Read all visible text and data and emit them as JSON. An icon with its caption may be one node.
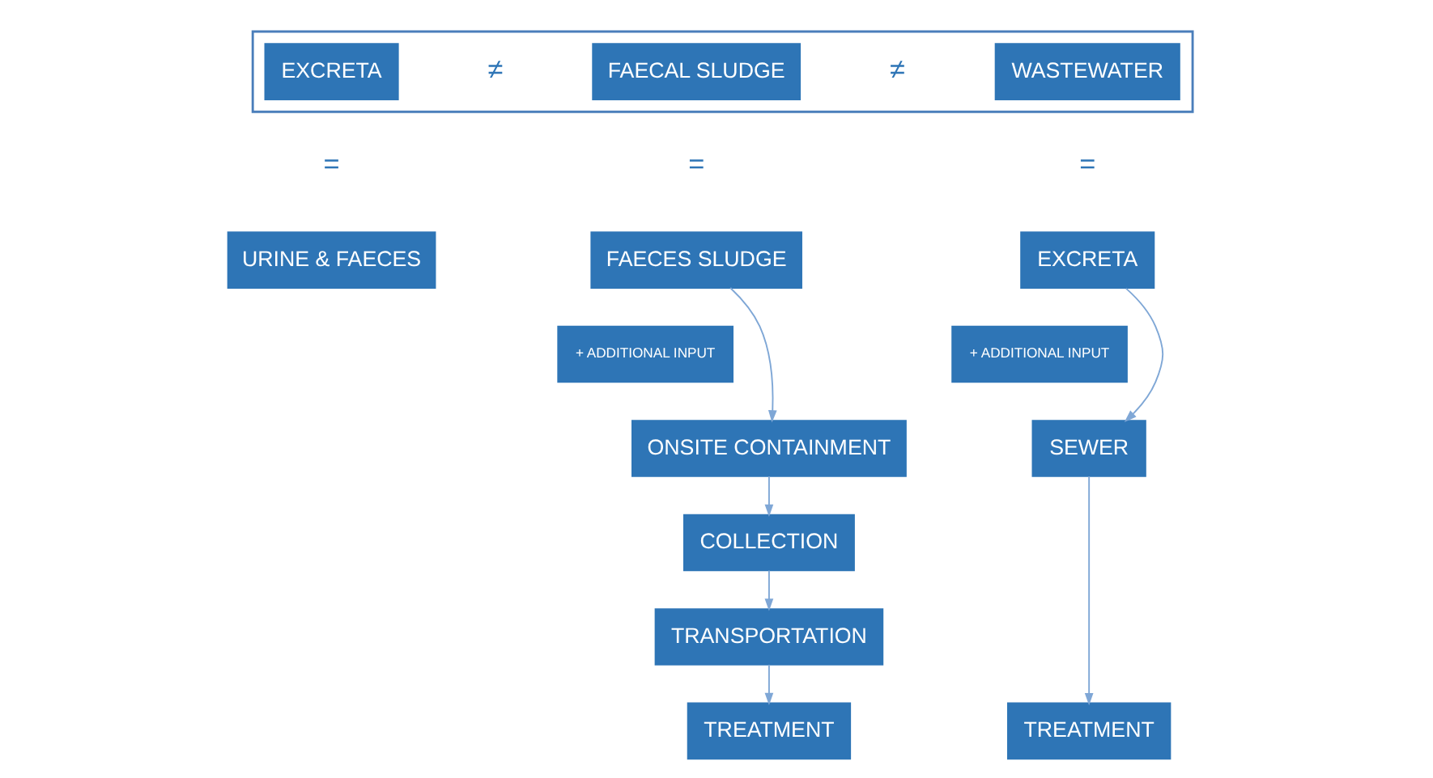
{
  "diagram": {
    "nodes": [
      {
        "text": [],
        "shape": "box"
      },
      {
        "text": [
          "EXCRETA"
        ],
        "in": 0
      },
      {
        "text": [
          "FAECAL SLUDGE"
        ],
        "in": 0
      },
      {
        "text": [
          "WASTEWATER"
        ],
        "in": 0
      },
      {
        "text": [
          "URINE & FAECES"
        ]
      },
      {
        "text": [
          "FAECES SLUDGE"
        ]
      },
      {
        "text": [
          "+ ADDITIONAL INPUT"
        ]
      },
      {
        "text": [
          "ONSITE CONTAINMENT"
        ]
      },
      {
        "text": [
          "COLLECTION"
        ]
      },
      {
        "text": [
          "TRANSPORTATION"
        ]
      },
      {
        "text": [
          "TREATMENT"
        ]
      },
      {
        "text": [
          "EXCRETA"
        ]
      },
      {
        "text": [
          "+ ADDITIONAL INPUT"
        ]
      },
      {
        "text": [
          "SEWER"
        ]
      },
      {
        "text": [
          "TREATMENT"
        ]
      }
    ],
    "edges": [
      {
        "from": 5,
        "to": 7,
        "arrow": "to"
      },
      {
        "from": 7,
        "to": 8,
        "arrow": "to"
      },
      {
        "from": 8,
        "to": 9,
        "arrow": "to"
      },
      {
        "from": 9,
        "to": 10,
        "arrow": "to"
      },
      {
        "from": 11,
        "to": 13,
        "arrow": "to"
      },
      {
        "from": 13,
        "to": 14,
        "arrow": "to"
      }
    ],
    "labels": [
      "≠",
      "≠",
      "=",
      "=",
      "="
    ]
  }
}
